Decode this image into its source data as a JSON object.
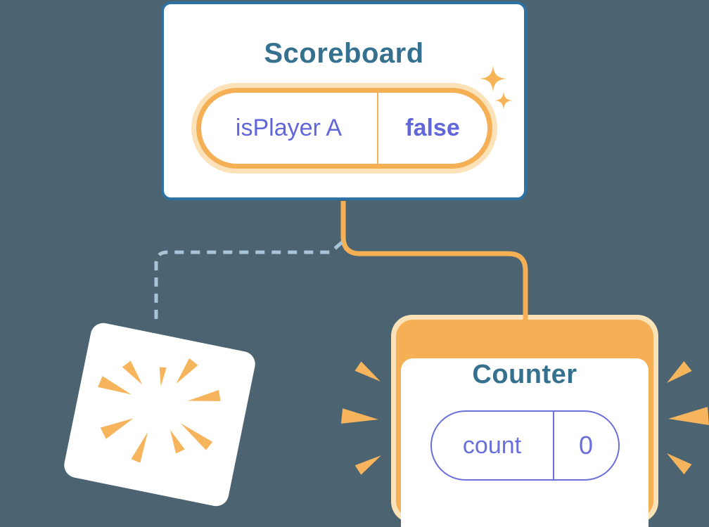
{
  "scoreboard": {
    "title": "Scoreboard",
    "state": {
      "name": "isPlayer A",
      "value": "false"
    }
  },
  "counter": {
    "title": "Counter",
    "state": {
      "name": "count",
      "value": "0"
    }
  },
  "poof_card": {
    "description": "component being destroyed (burst, no text)"
  },
  "icons": {
    "sparkle": "✦",
    "poof_burst": "radial-orange-wedges",
    "emphasis_burst": "orange-wedge-marks"
  },
  "colors": {
    "background": "#4C6471",
    "card_white": "#FFFFFF",
    "card_border_blue": "#2E71A4",
    "title_blue": "#35718F",
    "accent_orange": "#F5B055",
    "accent_orange_glow": "#FBE2B8",
    "state_purple": "#6167DB",
    "counter_purple": "#6B6FDB",
    "dashed_connector_blue": "#A8C4D9"
  }
}
